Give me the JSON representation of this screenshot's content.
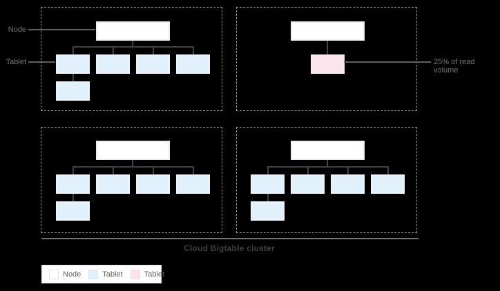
{
  "colors": {
    "background": "#000000",
    "node_fill": "#ffffff",
    "tablet_fill": "#e1f1fb",
    "hot_tablet_fill": "#fce4ec",
    "connector": "#424242",
    "leader": "#616161",
    "dashed_border": "#969696",
    "label_text": "#757575",
    "cluster_text": "#3c4043"
  },
  "annotations": {
    "node_label": "Node",
    "tablet_label": "Tablet",
    "hot_tablet_label": "25% of read volume"
  },
  "cluster": {
    "title": "Cloud Bigtable cluster"
  },
  "legend": {
    "items": [
      {
        "label": "Node",
        "type": "node"
      },
      {
        "label": "Tablet",
        "type": "tablet-blue"
      },
      {
        "label": "Tablet",
        "type": "tablet-pink"
      }
    ]
  },
  "quadrants": [
    {
      "name": "node-group-1",
      "nodes": 1,
      "blue_tablets": 5,
      "pink_tablets": 0
    },
    {
      "name": "node-group-2",
      "nodes": 1,
      "blue_tablets": 0,
      "pink_tablets": 1
    },
    {
      "name": "node-group-3",
      "nodes": 1,
      "blue_tablets": 5,
      "pink_tablets": 0
    },
    {
      "name": "node-group-4",
      "nodes": 1,
      "blue_tablets": 5,
      "pink_tablets": 0
    }
  ]
}
